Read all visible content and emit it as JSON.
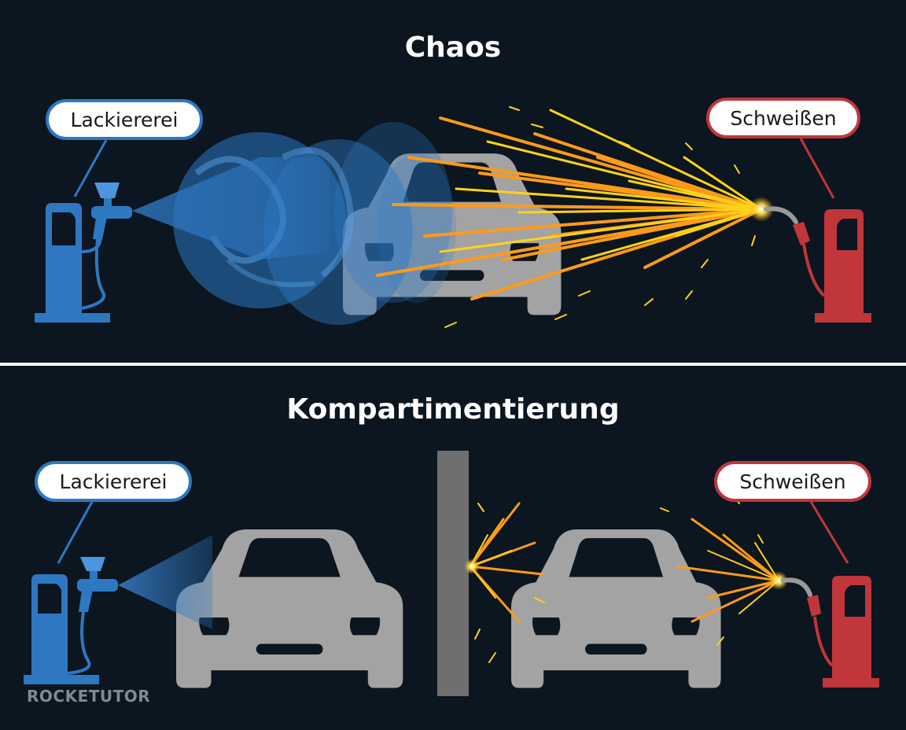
{
  "panels": {
    "top": {
      "title": "Chaos",
      "paint_label": "Lackiererei",
      "weld_label": "Schweißen"
    },
    "bottom": {
      "title": "Kompartimentierung",
      "paint_label": "Lackiererei",
      "weld_label": "Schweißen"
    }
  },
  "logo": {
    "text": "ROCKETUTOR"
  },
  "colors": {
    "background": "#0b1620",
    "paint_blue": "#2e78c2",
    "weld_red": "#c0363a",
    "car_gray": "#a3a3a3",
    "wall_gray": "#6f6f6f",
    "spark_yellow": "#ffd21a",
    "spark_orange": "#ff9a1a",
    "divider": "#ffffff"
  },
  "icons": [
    "paint-station-icon",
    "spray-gun-icon",
    "welding-station-icon",
    "welding-torch-icon",
    "car-icon"
  ]
}
